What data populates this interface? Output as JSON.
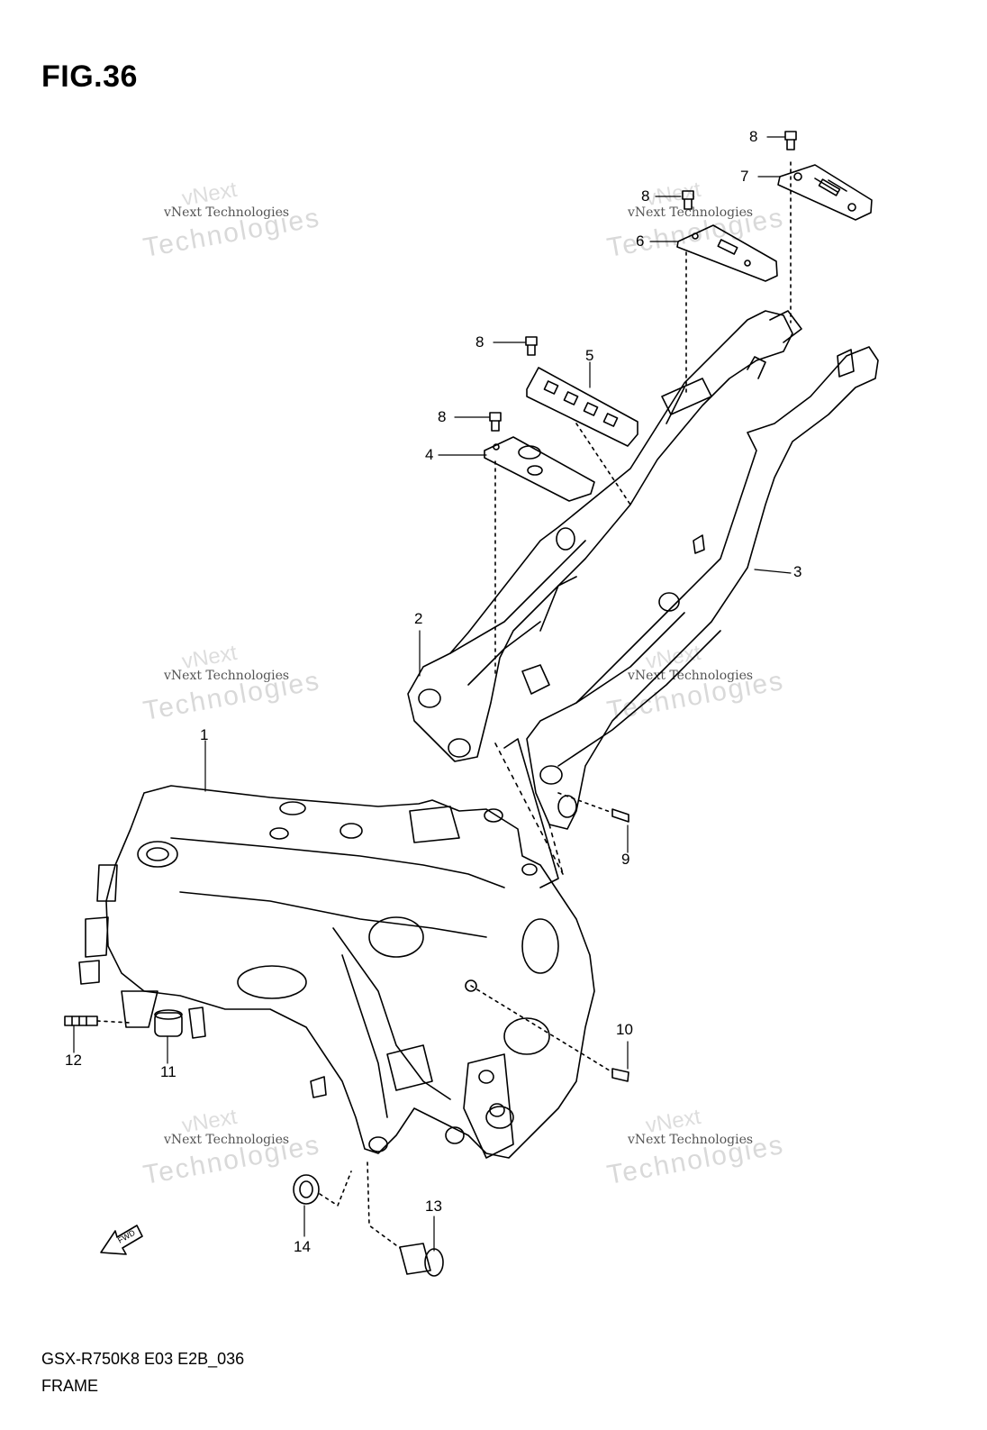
{
  "figure": {
    "title": "FIG.36",
    "code": "GSX-R750K8 E03 E2B_036",
    "name": "FRAME"
  },
  "watermark": {
    "line1": "vNext Technologies",
    "line2": "Technologies",
    "line3": "vNext"
  },
  "callouts": [
    {
      "id": "c8a",
      "label": "8"
    },
    {
      "id": "c7",
      "label": "7"
    },
    {
      "id": "c8b",
      "label": "8"
    },
    {
      "id": "c6",
      "label": "6"
    },
    {
      "id": "c8c",
      "label": "8"
    },
    {
      "id": "c5",
      "label": "5"
    },
    {
      "id": "c8d",
      "label": "8"
    },
    {
      "id": "c4",
      "label": "4"
    },
    {
      "id": "c3",
      "label": "3"
    },
    {
      "id": "c2",
      "label": "2"
    },
    {
      "id": "c1",
      "label": "1"
    },
    {
      "id": "c9",
      "label": "9"
    },
    {
      "id": "c10",
      "label": "10"
    },
    {
      "id": "c12",
      "label": "12"
    },
    {
      "id": "c11",
      "label": "11"
    },
    {
      "id": "c13",
      "label": "13"
    },
    {
      "id": "c14",
      "label": "14"
    }
  ],
  "fwd_label": "FWD"
}
